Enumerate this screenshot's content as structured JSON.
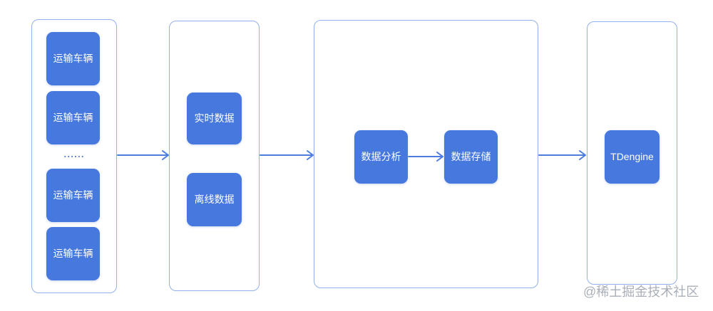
{
  "colors": {
    "node_fill": "#4678dd",
    "node_text": "#ffffff",
    "group_border": "#93b1ec",
    "arrow": "#4d7ce0",
    "ellipsis_color": "#6b89cf",
    "watermark_color": "#a9afb8",
    "canvas_bg": "#ffffff"
  },
  "groups": {
    "vehicles": {
      "nodes": [
        {
          "label": "运输车辆"
        },
        {
          "label": "运输车辆"
        },
        {
          "label": "运输车辆"
        },
        {
          "label": "运输车辆"
        }
      ],
      "ellipsis": "......"
    },
    "ingest": {
      "nodes": [
        {
          "label": "实时数据"
        },
        {
          "label": "离线数据"
        }
      ]
    },
    "processing": {
      "nodes": [
        {
          "label": "数据分析"
        },
        {
          "label": "数据存储"
        }
      ]
    },
    "storage": {
      "nodes": [
        {
          "label": "TDengine"
        }
      ]
    }
  },
  "watermark": {
    "text": "@稀土掘金技术社区"
  }
}
